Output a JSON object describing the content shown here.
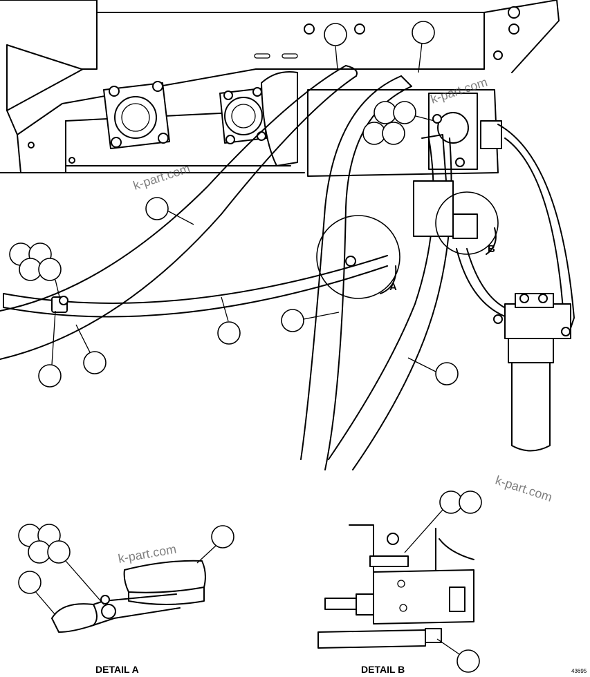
{
  "detail_labels": {
    "a": "DETAIL A",
    "b": "DETAIL B"
  },
  "view_markers": {
    "a": "A",
    "b": "B"
  },
  "watermark": "k-part.com",
  "document_number": "43695"
}
